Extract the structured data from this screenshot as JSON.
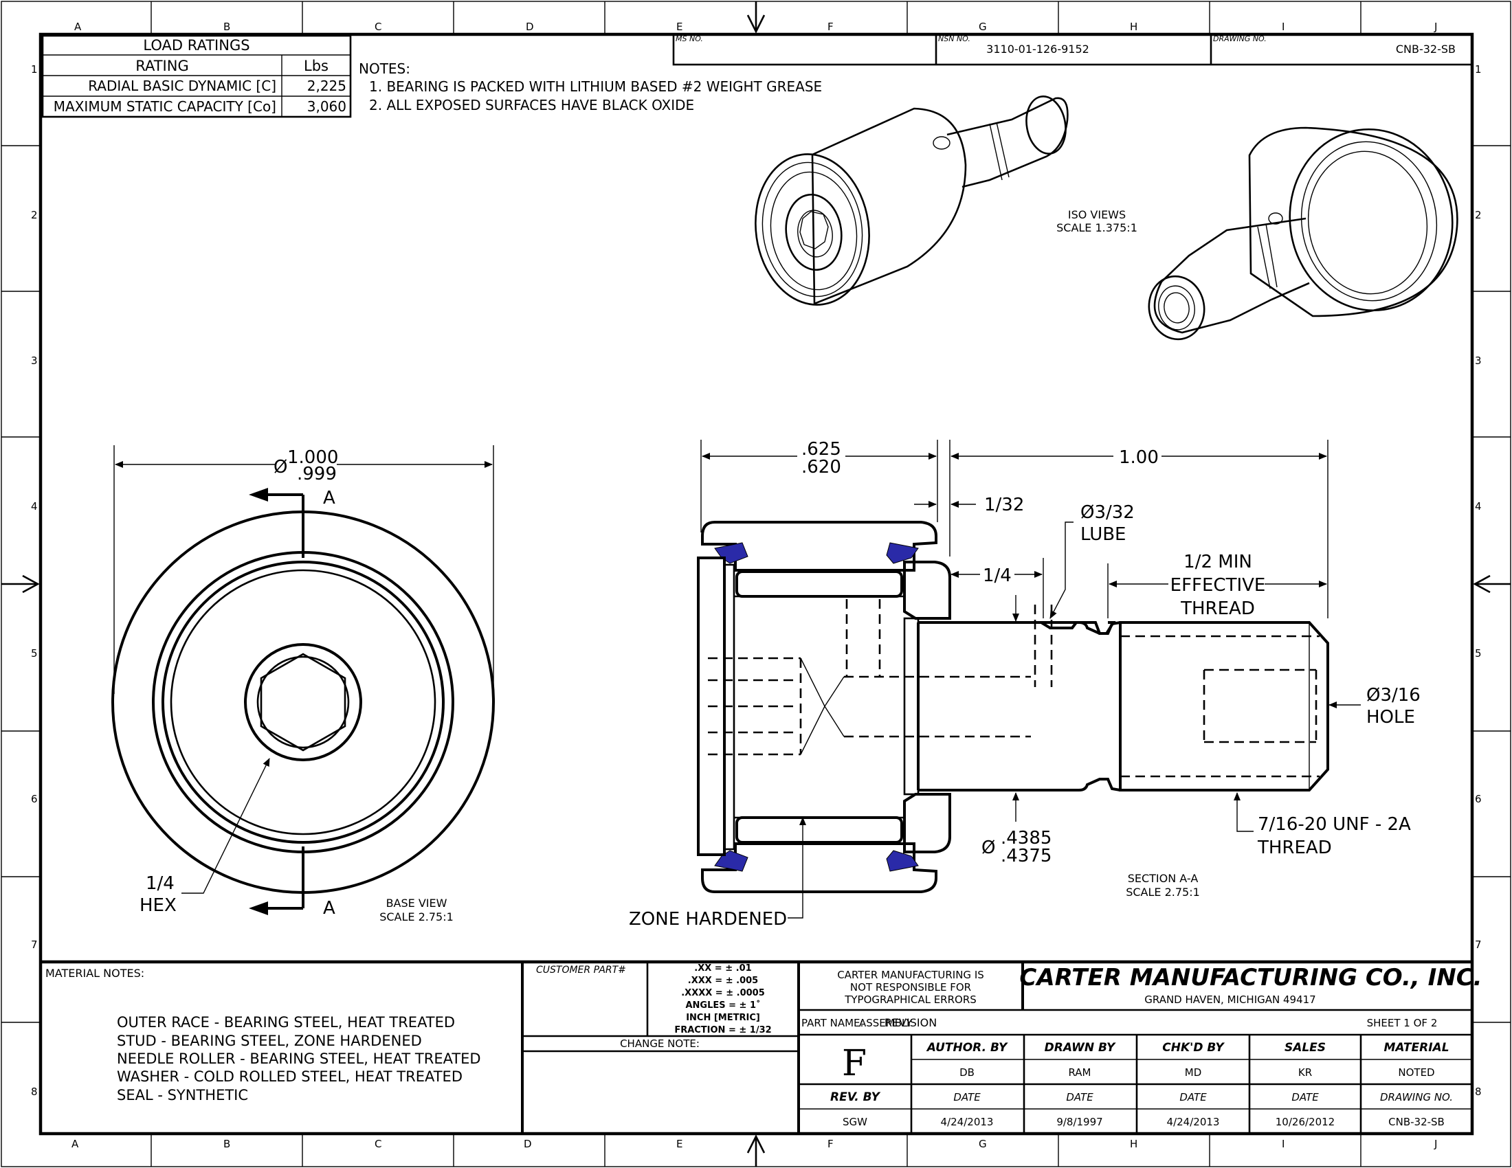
{
  "zones": {
    "columns": [
      "A",
      "B",
      "C",
      "D",
      "E",
      "F",
      "G",
      "H",
      "I",
      "J"
    ],
    "rows": [
      "1",
      "2",
      "3",
      "4",
      "5",
      "6",
      "7",
      "8"
    ]
  },
  "load_ratings": {
    "title": "LOAD RATINGS",
    "header_rating": "RATING",
    "header_unit": "Lbs",
    "rows": [
      {
        "label": "RADIAL BASIC DYNAMIC [C]",
        "value": "2,225"
      },
      {
        "label": "MAXIMUM STATIC CAPACITY [Co]",
        "value": "3,060"
      }
    ]
  },
  "notes": {
    "title": "NOTES:",
    "items": [
      "1. BEARING IS PACKED WITH LITHIUM BASED #2 WEIGHT GREASE",
      "2. ALL EXPOSED SURFACES HAVE BLACK OXIDE"
    ]
  },
  "top_block": {
    "ms_label": "MS NO.",
    "nsn_label": "NSN NO.",
    "nsn_value": "3110-01-126-9152",
    "drawing_label": "DRAWING NO.",
    "drawing_value": "CNB-32-SB"
  },
  "iso_views": {
    "label": "ISO VIEWS",
    "scale": "SCALE 1.375:1"
  },
  "base_view": {
    "label": "BASE VIEW",
    "scale": "SCALE 2.75:1",
    "diameter_symbol": "Ø",
    "diameter_upper": "1.000",
    "diameter_lower": ".999",
    "hex_size": "1/4",
    "hex_label": "HEX",
    "section_letter": "A"
  },
  "section_view": {
    "label": "SECTION A-A",
    "scale": "SCALE 2.75:1",
    "width_upper": ".625",
    "width_lower": ".620",
    "stud_length": "1.00",
    "gap": "1/32",
    "lube_dia": "Ø3/32",
    "lube_label": "LUBE",
    "lube_offset": "1/4",
    "thread_len_1": "1/2 MIN",
    "thread_len_2": "EFFECTIVE",
    "thread_len_3": "THREAD",
    "hole_dia": "Ø3/16",
    "hole_label": "HOLE",
    "stud_dia_symbol": "Ø",
    "stud_dia_upper": ".4385",
    "stud_dia_lower": ".4375",
    "thread_spec": "7/16-20 UNF - 2A",
    "thread_label": "THREAD",
    "zone_hardened": "ZONE HARDENED"
  },
  "title_block": {
    "material_notes_title": "MATERIAL NOTES:",
    "materials": [
      "OUTER RACE - BEARING STEEL, HEAT TREATED",
      "STUD - BEARING STEEL, ZONE HARDENED",
      "NEEDLE ROLLER - BEARING STEEL, HEAT TREATED",
      "WASHER - COLD ROLLED STEEL, HEAT TREATED",
      "SEAL - SYNTHETIC"
    ],
    "customer_part_label": "CUSTOMER PART#",
    "tolerances": [
      ".XX = ± .01",
      ".XXX = ± .005",
      ".XXXX = ± .0005",
      "ANGLES = ± 1˚",
      "INCH   [METRIC]",
      "FRACTION = ± 1/32"
    ],
    "change_note_label": "CHANGE NOTE:",
    "disclaimer": [
      "CARTER MANUFACTURING IS",
      "NOT RESPONSIBLE FOR",
      "TYPOGRAPHICAL ERRORS"
    ],
    "company": "CARTER MANUFACTURING CO., INC.",
    "location": "GRAND HAVEN, MICHIGAN 49417",
    "revision_label": "REVISION",
    "part_name_label": "PART NAME:",
    "part_name": "ASSEMBLY",
    "sheet": "SHEET 1  OF 2",
    "revision": "F",
    "author_label": "AUTHOR. BY",
    "drawn_label": "DRAWN BY",
    "chkd_label": "CHK'D BY",
    "sales_label": "SALES",
    "material_label": "MATERIAL",
    "author": "DB",
    "drawn": "RAM",
    "chkd": "MD",
    "sales": "KR",
    "material": "NOTED",
    "rev_by_label": "REV. BY",
    "date_label": "DATE",
    "drawing_no_label": "DRAWING NO.",
    "rev_by": "SGW",
    "rev_date": "4/24/2013",
    "drawn_date": "9/8/1997",
    "chkd_date": "4/24/2013",
    "sales_date": "10/26/2012",
    "drawing_no": "CNB-32-SB"
  }
}
